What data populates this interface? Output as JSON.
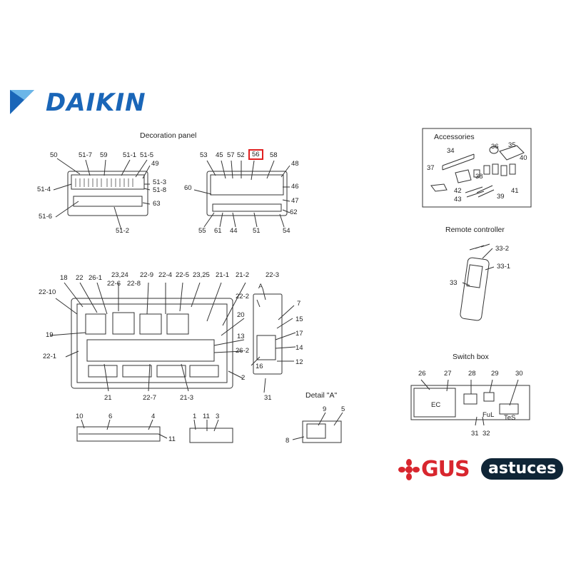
{
  "logo": {
    "brand": "DAIKIN",
    "brand_color": "#1a66b8"
  },
  "watermark": {
    "gus": "GUS",
    "astuces": "astuces",
    "gus_color": "#d8262e",
    "astuces_bg": "#0f2536"
  },
  "sections": {
    "decoration_panel": "Decoration panel",
    "accessories": "Accessories",
    "remote_controller": "Remote controller",
    "switch_box": "Switch box",
    "detail_a": "Detail \"A\""
  },
  "highlight": {
    "label": "56",
    "color": "#e02020"
  },
  "labels": {
    "deco_left": [
      "50",
      "51-7",
      "59",
      "51-1",
      "51-5",
      "49",
      "51-3",
      "51-8",
      "51-4",
      "63",
      "51-6",
      "51-2"
    ],
    "deco_right": [
      "53",
      "45",
      "57",
      "52",
      "58",
      "48",
      "46",
      "47",
      "60",
      "62",
      "55",
      "61",
      "44",
      "51",
      "54"
    ],
    "accessories": [
      "36",
      "35",
      "34",
      "40",
      "37",
      "38",
      "41",
      "42",
      "43",
      "39"
    ],
    "remote": [
      "33-2",
      "33-1",
      "33"
    ],
    "main_unit": [
      "18",
      "22",
      "26-1",
      "23,24",
      "22-9",
      "22-4",
      "22-5",
      "23,25",
      "21-1",
      "21-2",
      "22-10",
      "22-6",
      "22-8",
      "22-2",
      "19",
      "20",
      "22-1",
      "13",
      "26-2",
      "21",
      "22-7",
      "21-3",
      "2",
      "A",
      "22-3",
      "7",
      "15",
      "17",
      "16",
      "14",
      "12",
      "31"
    ],
    "bottom_left": [
      "10",
      "6",
      "4",
      "11",
      "1",
      "11",
      "3"
    ],
    "detail": [
      "9",
      "5",
      "8"
    ],
    "switch_box": [
      "26",
      "27",
      "28",
      "29",
      "30",
      "31",
      "32",
      "EC",
      "FuL",
      "TeS"
    ]
  }
}
